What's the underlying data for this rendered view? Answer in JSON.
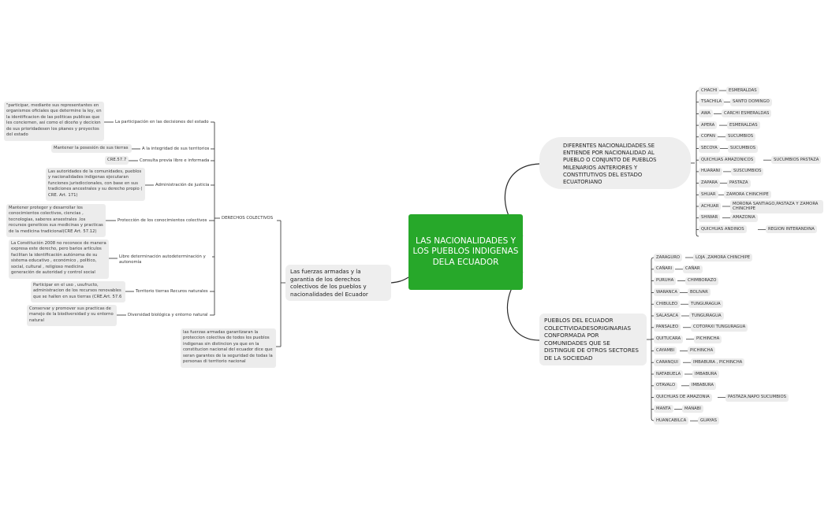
{
  "center": {
    "title": "LAS NACIONALIDADES Y LOS PUEBLOS INDIGENAS DELA ECUADOR"
  },
  "left": {
    "main": "Las fuerzas armadas y la garantia de los derechos colectivos de los pueblos y nacionalidades del Ecuador",
    "hub": "DERECHOS COLECTIVOS",
    "note": "las fuerzas armadas garantizaran la proteccion colectiva de todos los pueblos indigenas sin distincion ya que en la constitucion nacional del ecuador dice que seran garantes de la seguridad de todas la personas di territorio nacional",
    "rights": [
      {
        "label": "La participación en las decisiones del estado",
        "detail": "\"participar, mediante sus representantes en organismos oficiales que determine la ley, en la identificacion de las politicas publicas que les conciernen, asi como el diceño y decicion de sus prioridadesen los pkanes y proyectos del estado"
      },
      {
        "label": "A la integridad de sus territorios",
        "detail": "Mantener la posesión de sus tierras"
      },
      {
        "label": "Consulta previa libre e informada",
        "detail": "CRE.57.7"
      },
      {
        "label": "Administración de justicia",
        "detail": "Las autoridades de la comunidades, pueblos y nacionalidades indigenas ejecutaran funciones jurisdiccionales, con base en sus tradiciones ancestrales y su derecho propio ( CRE. Art. 171)"
      },
      {
        "label": "Protección de los conocimientos colectivos",
        "detail": "Mantener proteger y desarrollar los conocimientos colectivos, ciencias , tecnologias, saberes ansestrales .los recursos geneticos sus medicinas y practicas de la medicina tradicional(CRE Art. 57.12)"
      },
      {
        "label": "Libre determinación autodeterminación y autonomía",
        "detail": "La Constitución 2008 no reconoce de manera expresa este derecho, pero barios artículos facilitan la identificación autónoma de su sistema educativo , económico , político, social, cultural , religioso medicina generación de autoridad y control social"
      },
      {
        "label": "Territorio tierras Recuros naturales",
        "detail": "Participar en el uso , usufructo, administracion de los recursos renovables que se hallen en sus tierras (CRE.Art. 57.6"
      },
      {
        "label": "Diversidad biológica y entorno natural",
        "detail": "Conservar y promover sus practicas de manejo de la biodiversidad y su entorno natural"
      }
    ]
  },
  "right_top": {
    "main": "DIFERENTES NACIONALIDADES.SE ENTIENDE POR NACIONALIDAD AL PUEBLO O CONJUNTO DE PUEBLOS MILENARIOS ANTERIORES Y CONSTITUTIVOS DEL ESTADO ECUATORIANO",
    "items": [
      {
        "name": "CHACHI",
        "place": "ESMERALDAS"
      },
      {
        "name": "TSACHILA",
        "place": "SANTO DOMINGO"
      },
      {
        "name": "AWA",
        "place": "CARCHI ESMERALDAS"
      },
      {
        "name": "APERA",
        "place": "ESMERALDAS"
      },
      {
        "name": "COFAN",
        "place": "SUCUMBIOS"
      },
      {
        "name": "SECOYA",
        "place": "SUCUMBIOS"
      },
      {
        "name": "QUICHUAS AMAZONICOS",
        "place": "SUCUMBIOS PASTAZA"
      },
      {
        "name": "HUARANI",
        "place": "SUSCUMBIOS"
      },
      {
        "name": "ZAPARA",
        "place": "PASTAZA"
      },
      {
        "name": "SHUAR",
        "place": "ZAMORA CHINCHIPE"
      },
      {
        "name": "ACHUAR",
        "place": "MORONA SANTIAGO,PASTAZA Y ZAMORA CHINCHIPE"
      },
      {
        "name": "SHIWAR",
        "place": "AMAZONIA"
      },
      {
        "name": "QUICHUAS ANDINOS",
        "place": "REGION INTERANDINA"
      }
    ]
  },
  "right_bottom": {
    "main": "PUEBLOS DEL ECUADOR COLECTIVIDADESORIGINARIAS CONFORMADA POR COMUNIDADES QUE SE DISTINGUE DE OTROS SECTORES DE LA SOCIEDAD",
    "items": [
      {
        "name": "ZARAGURO",
        "place": "LOJA ,ZAMORA CHINCHIPE"
      },
      {
        "name": "CAÑARI",
        "place": "CAÑAR"
      },
      {
        "name": "PURUHA",
        "place": "CHIMBORAZO"
      },
      {
        "name": "WARANCA",
        "place": "BOLIVAR"
      },
      {
        "name": "CHIBULEO",
        "place": "TUNGURAGUA"
      },
      {
        "name": "SALASACA",
        "place": "TUNGURAGUA"
      },
      {
        "name": "PANSALEO",
        "place": "COTOPAXI TUNGURAGUA"
      },
      {
        "name": "QUITUCARA",
        "place": "PICHINCHA"
      },
      {
        "name": "CAYAMBI",
        "place": "PICHINCHA"
      },
      {
        "name": "CARANQUI",
        "place": "IMBABURA , PICHINCHA"
      },
      {
        "name": "NATABUELA",
        "place": "IMBABURA"
      },
      {
        "name": "OTAVALO",
        "place": "IMBABURA"
      },
      {
        "name": "QUICHUAS DE AMAZONIA",
        "place": "PASTAZA,NAPO SUCUMBIOS"
      },
      {
        "name": "MANTA",
        "place": "MANABI"
      },
      {
        "name": "HUANCABILCA",
        "place": "GUAYAS"
      }
    ]
  }
}
